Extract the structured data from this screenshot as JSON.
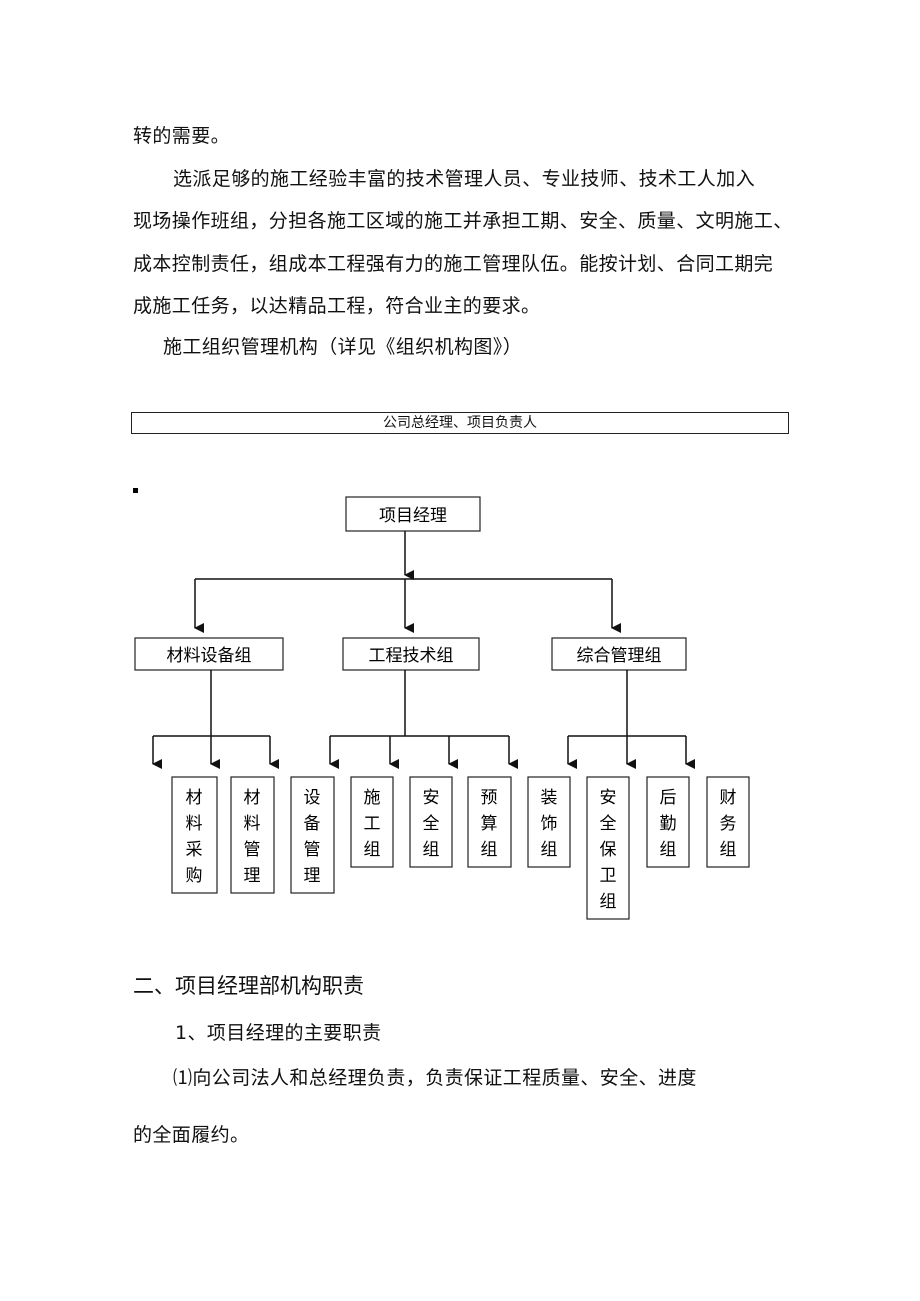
{
  "paragraphs": {
    "p1": "转的需要。",
    "p2_line1": "选派足够的施工经验丰富的技术管理人员、专业技师、技术工人加入",
    "p2_line2": "现场操作班组，分担各施工区域的施工并承担工期、安全、质量、文明施工、",
    "p2_line3": "成本控制责任，组成本工程强有力的施工管理队伍。能按计划、合同工期完",
    "p2_line4": "成施工任务，以达精品工程，符合业主的要求。",
    "p3": "施工组织管理机构（详见《组织机构图》）"
  },
  "org_chart": {
    "banner": "公司总经理、项目负责人",
    "root": "项目经理",
    "groups": [
      "材料设备组",
      "工程技术组",
      "综合管理组"
    ],
    "teams": [
      "材料采购",
      "材料管理",
      "设备管理",
      "施工组",
      "安全组",
      "预算组",
      "装饰组",
      "安全保卫组",
      "后勤组",
      "财务组"
    ]
  },
  "section": {
    "heading": "二、项目经理部机构职责",
    "sub1": "1、项目经理的主要职责",
    "item1_line1": "⑴向公司法人和总经理负责，负责保证工程质量、安全、进度",
    "item1_line2": "的全面履约。"
  }
}
